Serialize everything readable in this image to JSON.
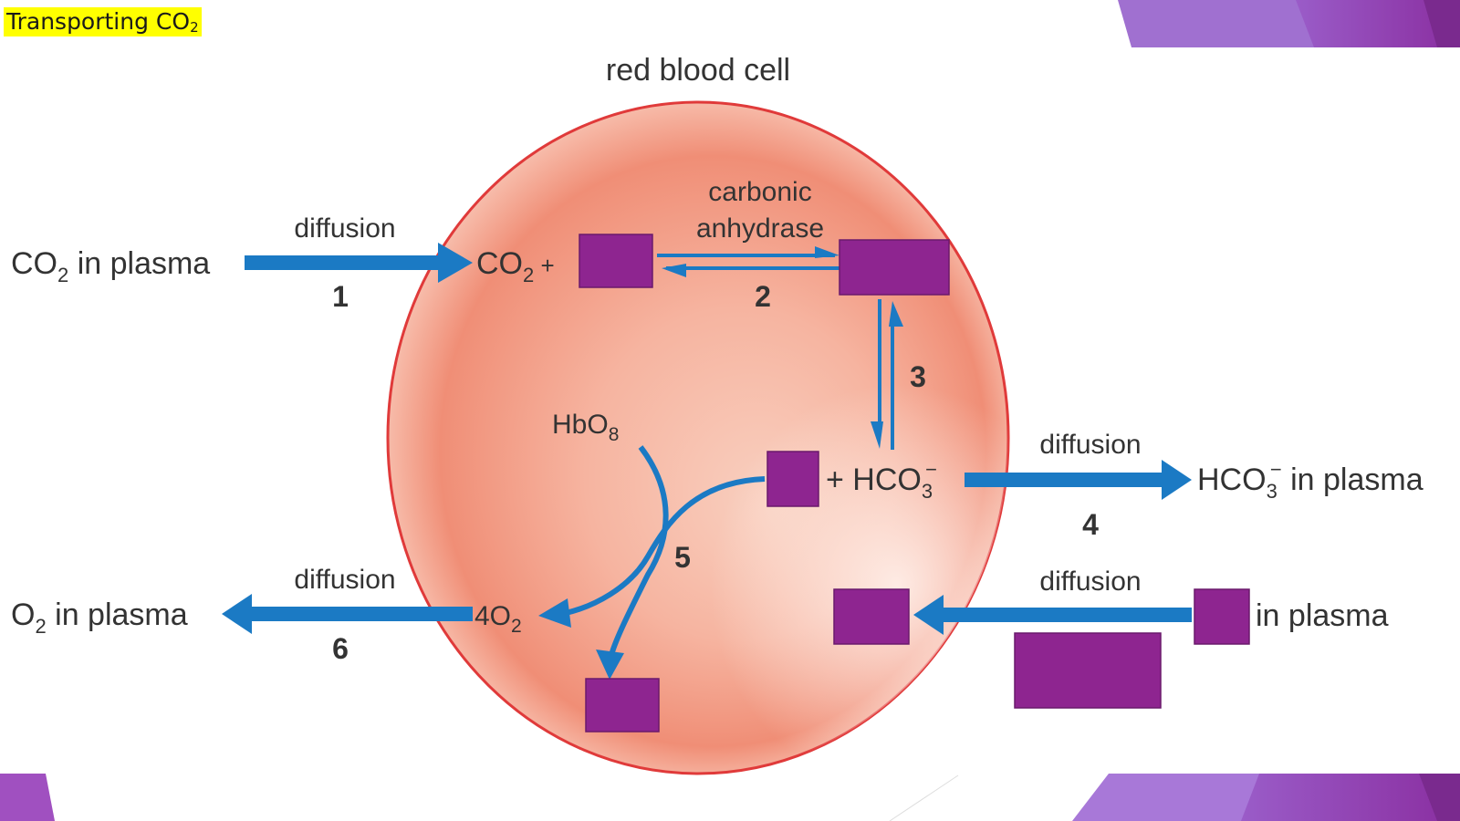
{
  "slide": {
    "title": "Transporting CO",
    "title_sub": "2"
  },
  "diagram": {
    "cell_label": "red blood cell",
    "left_top": {
      "co2_prefix": "CO",
      "co2_sub": "2",
      "in_plasma": " in plasma",
      "process": "diffusion",
      "step": "1"
    },
    "inside": {
      "co2_plus": "CO",
      "co2_plus_sub": "2",
      "plus": " +",
      "enzyme_line1": "carbonic",
      "enzyme_line2": "anhydrase",
      "step2": "2",
      "step3": "3",
      "hbo8": "HbO",
      "hbo8_sub": "8",
      "hco3_plus": "+ HCO",
      "hco3_sub": "3",
      "hco3_sup": "−",
      "step5": "5",
      "four_o2": "4O",
      "four_o2_sub": "2"
    },
    "right_mid": {
      "process": "diffusion",
      "hco3": "HCO",
      "hco3_sub": "3",
      "hco3_sup": "−",
      "in_plasma": " in plasma",
      "step": "4"
    },
    "left_bottom": {
      "process": "diffusion",
      "o2": "O",
      "o2_sub": "2",
      "in_plasma": " in plasma",
      "step": "6"
    },
    "right_bottom": {
      "process": "diffusion",
      "in_plasma": "in plasma"
    }
  },
  "colors": {
    "accent_purple": "#8e2590",
    "arrow_blue": "#1b7ac4",
    "cell_outline": "#e03a3a",
    "title_highlight": "#ffff00"
  }
}
